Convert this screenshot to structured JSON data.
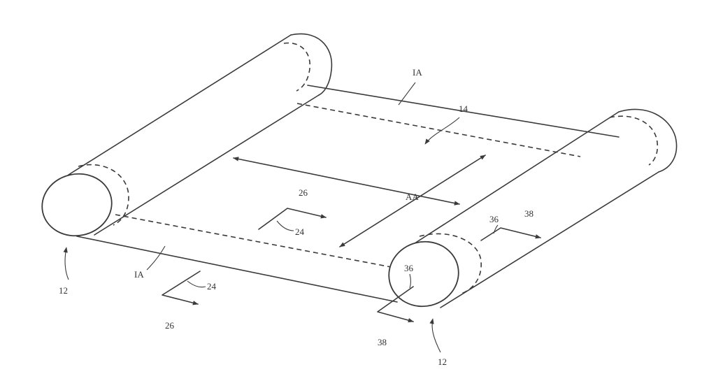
{
  "labels": {
    "ia_top": "IA",
    "ref_14": "14",
    "aa": "AA",
    "ref_26_center": "26",
    "ref_24_center": "24",
    "ref_36_right": "36",
    "ref_38_right": "38",
    "ref_36_front": "36",
    "ia_bottom": "IA",
    "ref_24_bottom": "24",
    "ref_26_bottom": "26",
    "ref_38_bottom": "38",
    "ref_12_left": "12",
    "ref_12_right": "12"
  },
  "colors": {
    "line": "#3a3a3a",
    "background": "#ffffff"
  }
}
